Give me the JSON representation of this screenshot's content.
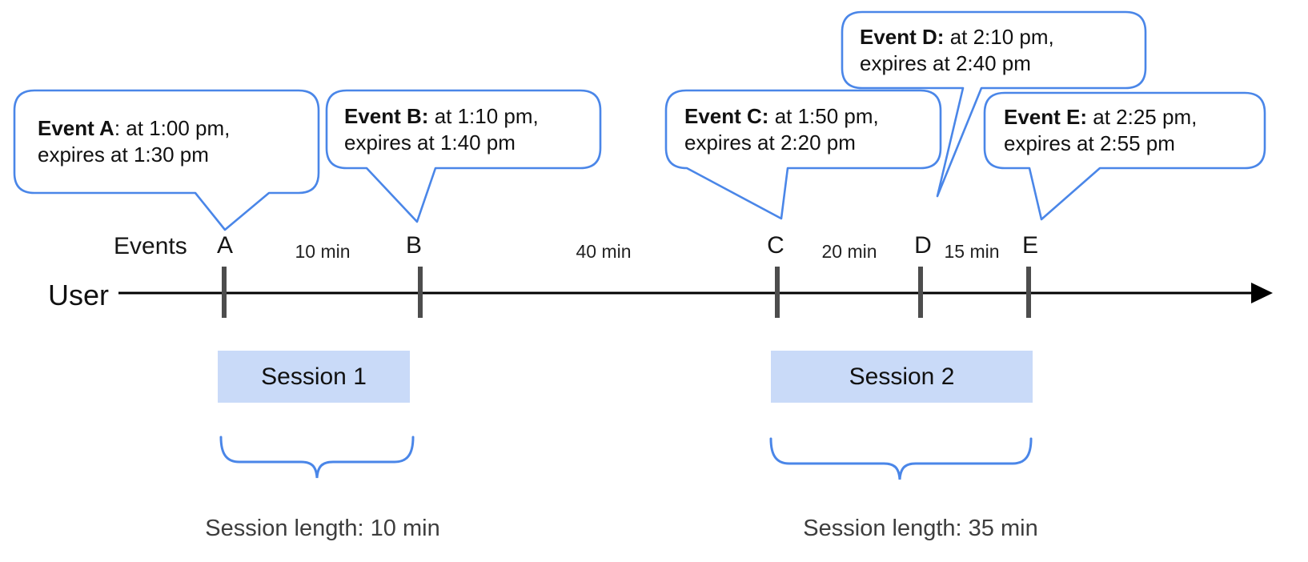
{
  "labels": {
    "user": "User",
    "events": "Events"
  },
  "bubbles": [
    {
      "bold": "Event A",
      "rest": ": at 1:00 pm,",
      "line2": "expires at 1:30 pm"
    },
    {
      "bold": "Event B:",
      "rest": " at 1:10 pm,",
      "line2": "expires at 1:40 pm"
    },
    {
      "bold": "Event C:",
      "rest": " at 1:50 pm,",
      "line2": "expires at 2:20 pm"
    },
    {
      "bold": "Event D:",
      "rest": " at 2:10 pm,",
      "line2": "expires at 2:40 pm"
    },
    {
      "bold": "Event E:",
      "rest": " at 2:25 pm,",
      "line2": "expires at 2:55 pm"
    }
  ],
  "events": [
    {
      "label": "A"
    },
    {
      "label": "B"
    },
    {
      "label": "C"
    },
    {
      "label": "D"
    },
    {
      "label": "E"
    }
  ],
  "intervals": [
    {
      "label": "10 min"
    },
    {
      "label": "40 min"
    },
    {
      "label": "20 min"
    },
    {
      "label": "15 min"
    }
  ],
  "sessions": [
    {
      "label": "Session 1",
      "length": "Session length: 10 min"
    },
    {
      "label": "Session 2",
      "length": "Session length: 35 min"
    }
  ],
  "colors": {
    "bubble_border": "#4a86e8",
    "brace": "#4a86e8",
    "session_fill": "#c9daf8",
    "tick": "#4d4d4d",
    "axis": "#000000"
  }
}
